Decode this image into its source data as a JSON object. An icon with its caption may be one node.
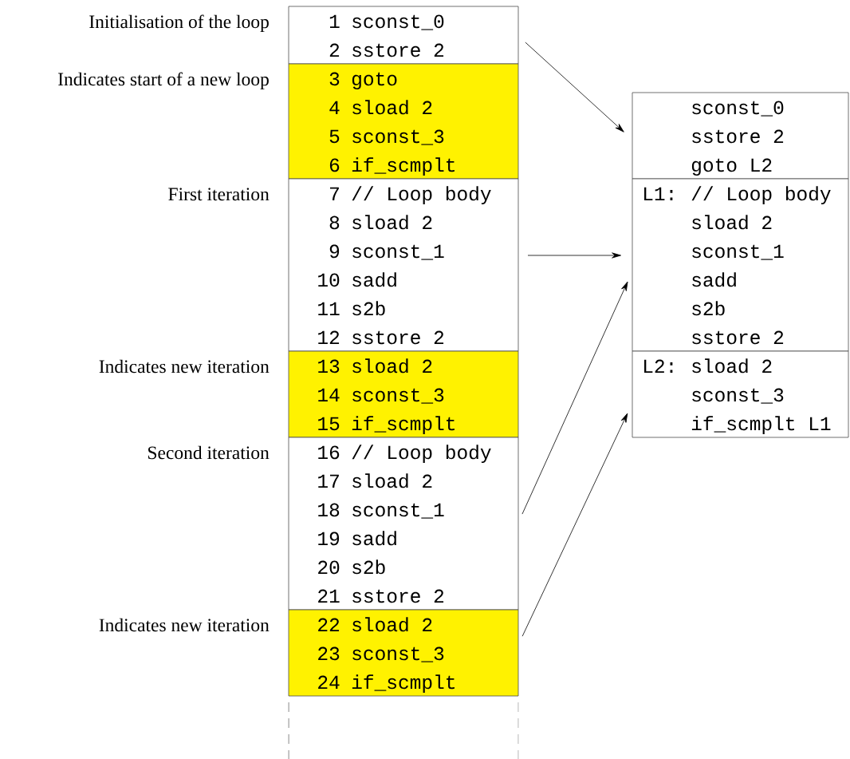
{
  "diagram": {
    "nodes": [
      {
        "text": [
          "1",
          "sconst_0",
          "2",
          "sstore 2"
        ],
        "beside": [
          "Initialisation of the loop"
        ]
      },
      {
        "text": [
          "3",
          "goto",
          "4",
          "sload 2",
          "5",
          "sconst_3",
          "6",
          "if_scmplt"
        ],
        "beside": [
          "Indicates start of a new loop"
        ]
      },
      {
        "text": [
          "7",
          "// Loop body",
          "8",
          "sload 2",
          "9",
          "sconst_1",
          "10",
          "sadd",
          "11",
          "s2b",
          "12",
          "sstore 2"
        ],
        "beside": [
          "First iteration"
        ]
      },
      {
        "text": [
          "13",
          "sload 2",
          "14",
          "sconst_3",
          "15",
          "if_scmplt"
        ],
        "beside": [
          "Indicates new iteration"
        ]
      },
      {
        "text": [
          "16",
          "// Loop body",
          "17",
          "sload 2",
          "18",
          "sconst_1",
          "19",
          "sadd",
          "20",
          "s2b",
          "21",
          "sstore 2"
        ],
        "beside": [
          "Second iteration"
        ]
      },
      {
        "text": [
          "22",
          "sload 2",
          "23",
          "sconst_3",
          "24",
          "if_scmplt"
        ],
        "beside": [
          "Indicates new iteration"
        ]
      },
      {
        "text": [
          "sconst_0",
          "sstore 2",
          "goto L2"
        ]
      },
      {
        "text": [
          "// Loop body",
          "sload 2",
          "sconst_1",
          "sadd",
          "s2b",
          "sstore 2"
        ]
      },
      {
        "text": [
          "sload 2",
          "sconst_3",
          "if_scmplt L1"
        ]
      }
    ],
    "edges": [
      {
        "from": 0,
        "to": 6,
        "arrow": "to"
      },
      {
        "from": 2,
        "to": 7,
        "arrow": "to"
      },
      {
        "from": 4,
        "to": 7,
        "arrow": "to"
      },
      {
        "from": 5,
        "to": 8,
        "arrow": "to"
      }
    ],
    "labels": [
      "L1:",
      "L2:"
    ]
  }
}
